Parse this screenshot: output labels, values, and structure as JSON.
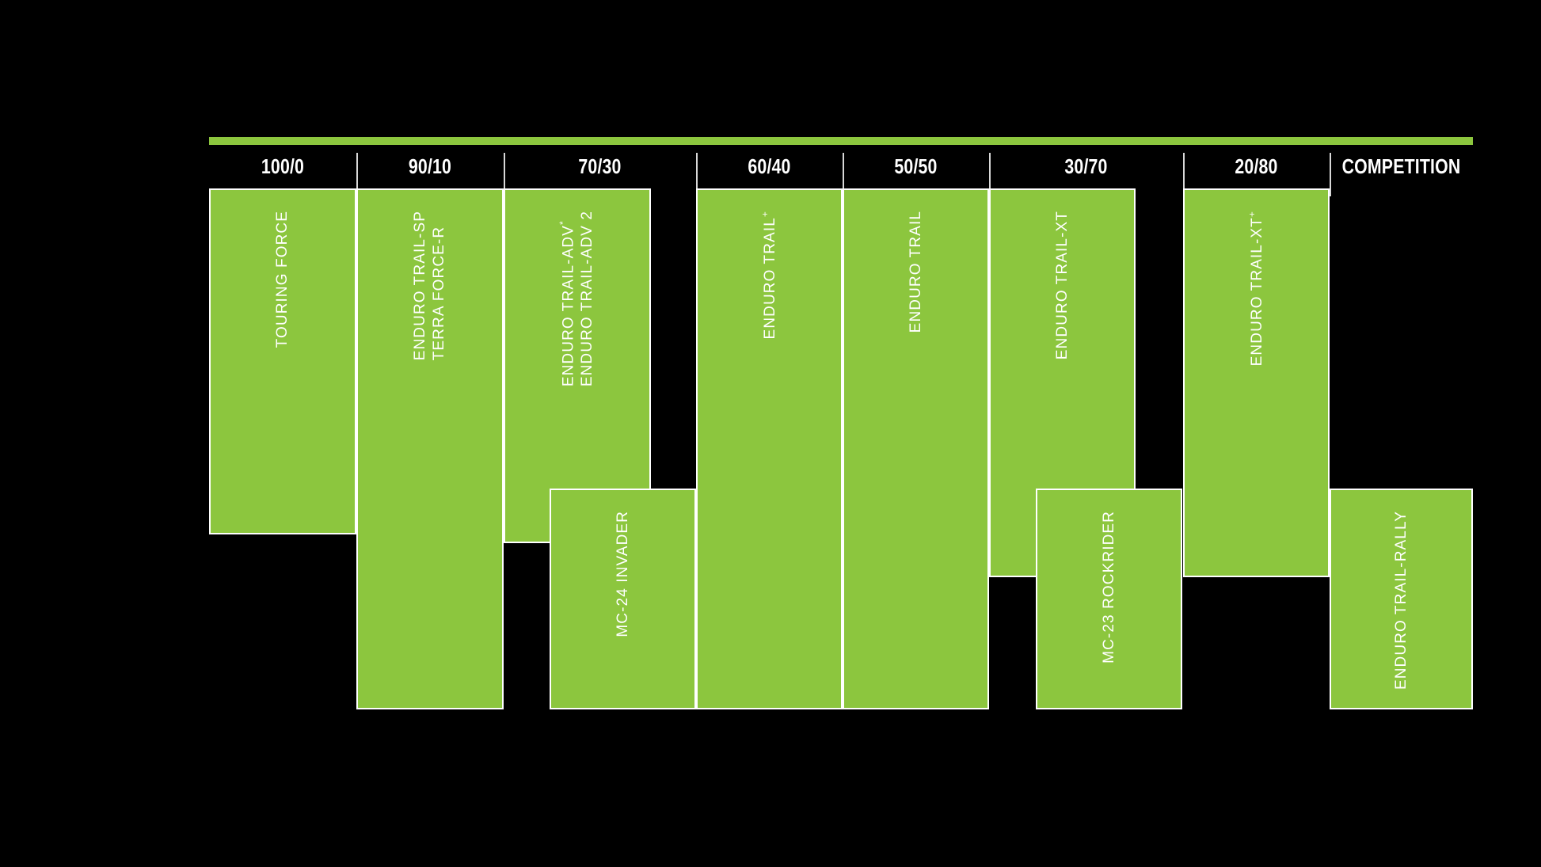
{
  "meta": {
    "background_color": "#000000",
    "accent_color": "#8CC63E",
    "border_color": "#FFFFFF",
    "text_color": "#FFFFFF"
  },
  "chart_data": {
    "type": "bar",
    "title": "",
    "xlabel": "",
    "ylabel": "",
    "grid": false,
    "legend": "none",
    "categories": [
      "100/0",
      "90/10",
      "70/30",
      "60/40",
      "50/50",
      "30/70",
      "20/80",
      "COMPETITION"
    ],
    "column_headers": [
      "100/0",
      "90/10",
      "70/30",
      "60/40",
      "50/50",
      "30/70",
      "20/80",
      "COMPETITION"
    ],
    "series": [
      {
        "name": "TOURING FORCE",
        "labels": [
          "TOURING FORCE"
        ],
        "column_start": "100/0",
        "column_span": 1,
        "top_pct": 0,
        "bottom_pct": 53
      },
      {
        "name": "TERRA FORCE-R / ENDURO TRAIL-SP",
        "labels": [
          "TERRA FORCE-R",
          "ENDURO TRAIL-SP"
        ],
        "column_start": "90/10",
        "column_span": 1,
        "top_pct": 0,
        "bottom_pct": 100
      },
      {
        "name": "ENDURO TRAIL-ADV 2 / ENDURO TRAIL-ADV*",
        "labels": [
          "ENDURO TRAIL-ADV 2",
          "ENDURO TRAIL-ADV*"
        ],
        "column_start": "70/30",
        "column_span": 1,
        "top_pct": 0,
        "bottom_pct": 54
      },
      {
        "name": "MC-24 INVADER",
        "labels": [
          "MC-24 INVADER"
        ],
        "column_start": "70/30",
        "column_span": 1,
        "top_pct": 58,
        "bottom_pct": 100
      },
      {
        "name": "ENDURO TRAIL+",
        "labels": [
          "ENDURO TRAIL+"
        ],
        "column_start": "60/40",
        "column_span": 1,
        "top_pct": 0,
        "bottom_pct": 100
      },
      {
        "name": "ENDURO TRAIL",
        "labels": [
          "ENDURO TRAIL"
        ],
        "column_start": "50/50",
        "column_span": 1,
        "top_pct": 0,
        "bottom_pct": 100
      },
      {
        "name": "ENDURO TRAIL-XT",
        "labels": [
          "ENDURO TRAIL-XT"
        ],
        "column_start": "30/70",
        "column_span": 1,
        "top_pct": 0,
        "bottom_pct": 75
      },
      {
        "name": "MC-23 ROCKRIDER",
        "labels": [
          "MC-23 ROCKRIDER"
        ],
        "column_start": "30/70",
        "column_span": 1,
        "top_pct": 58,
        "bottom_pct": 100
      },
      {
        "name": "ENDURO TRAIL-XT+",
        "labels": [
          "ENDURO TRAIL-XT+"
        ],
        "column_start": "20/80",
        "column_span": 1,
        "top_pct": 0,
        "bottom_pct": 75
      },
      {
        "name": "ENDURO TRAIL-RALLY",
        "labels": [
          "ENDURO TRAIL-RALLY"
        ],
        "column_start": "COMPETITION",
        "column_span": 1,
        "top_pct": 58,
        "bottom_pct": 100
      }
    ]
  },
  "labels": {
    "touring_force": "TOURING FORCE",
    "terra_force_r": "TERRA FORCE-R",
    "enduro_trail_sp": "ENDURO TRAIL-SP",
    "enduro_trail_adv2": "ENDURO TRAIL-ADV 2",
    "enduro_trail_adv": "ENDURO TRAIL-ADV",
    "enduro_trail_adv_mark": "*",
    "mc24_invader": "MC-24 INVADER",
    "enduro_trail_plus": "ENDURO TRAIL",
    "enduro_trail_plus_mark": "+",
    "enduro_trail": "ENDURO TRAIL",
    "enduro_trail_xt": "ENDURO TRAIL-XT",
    "mc23_rockrider": "MC-23 ROCKRIDER",
    "enduro_trail_xt_plus": "ENDURO TRAIL-XT",
    "enduro_trail_xt_plus_mark": "+",
    "enduro_trail_rally": "ENDURO TRAIL-RALLY"
  },
  "headers": {
    "h0": "100/0",
    "h1": "90/10",
    "h2": "70/30",
    "h3": "60/40",
    "h4": "50/50",
    "h5": "30/70",
    "h6": "20/80",
    "h7": "COMPETITION"
  }
}
